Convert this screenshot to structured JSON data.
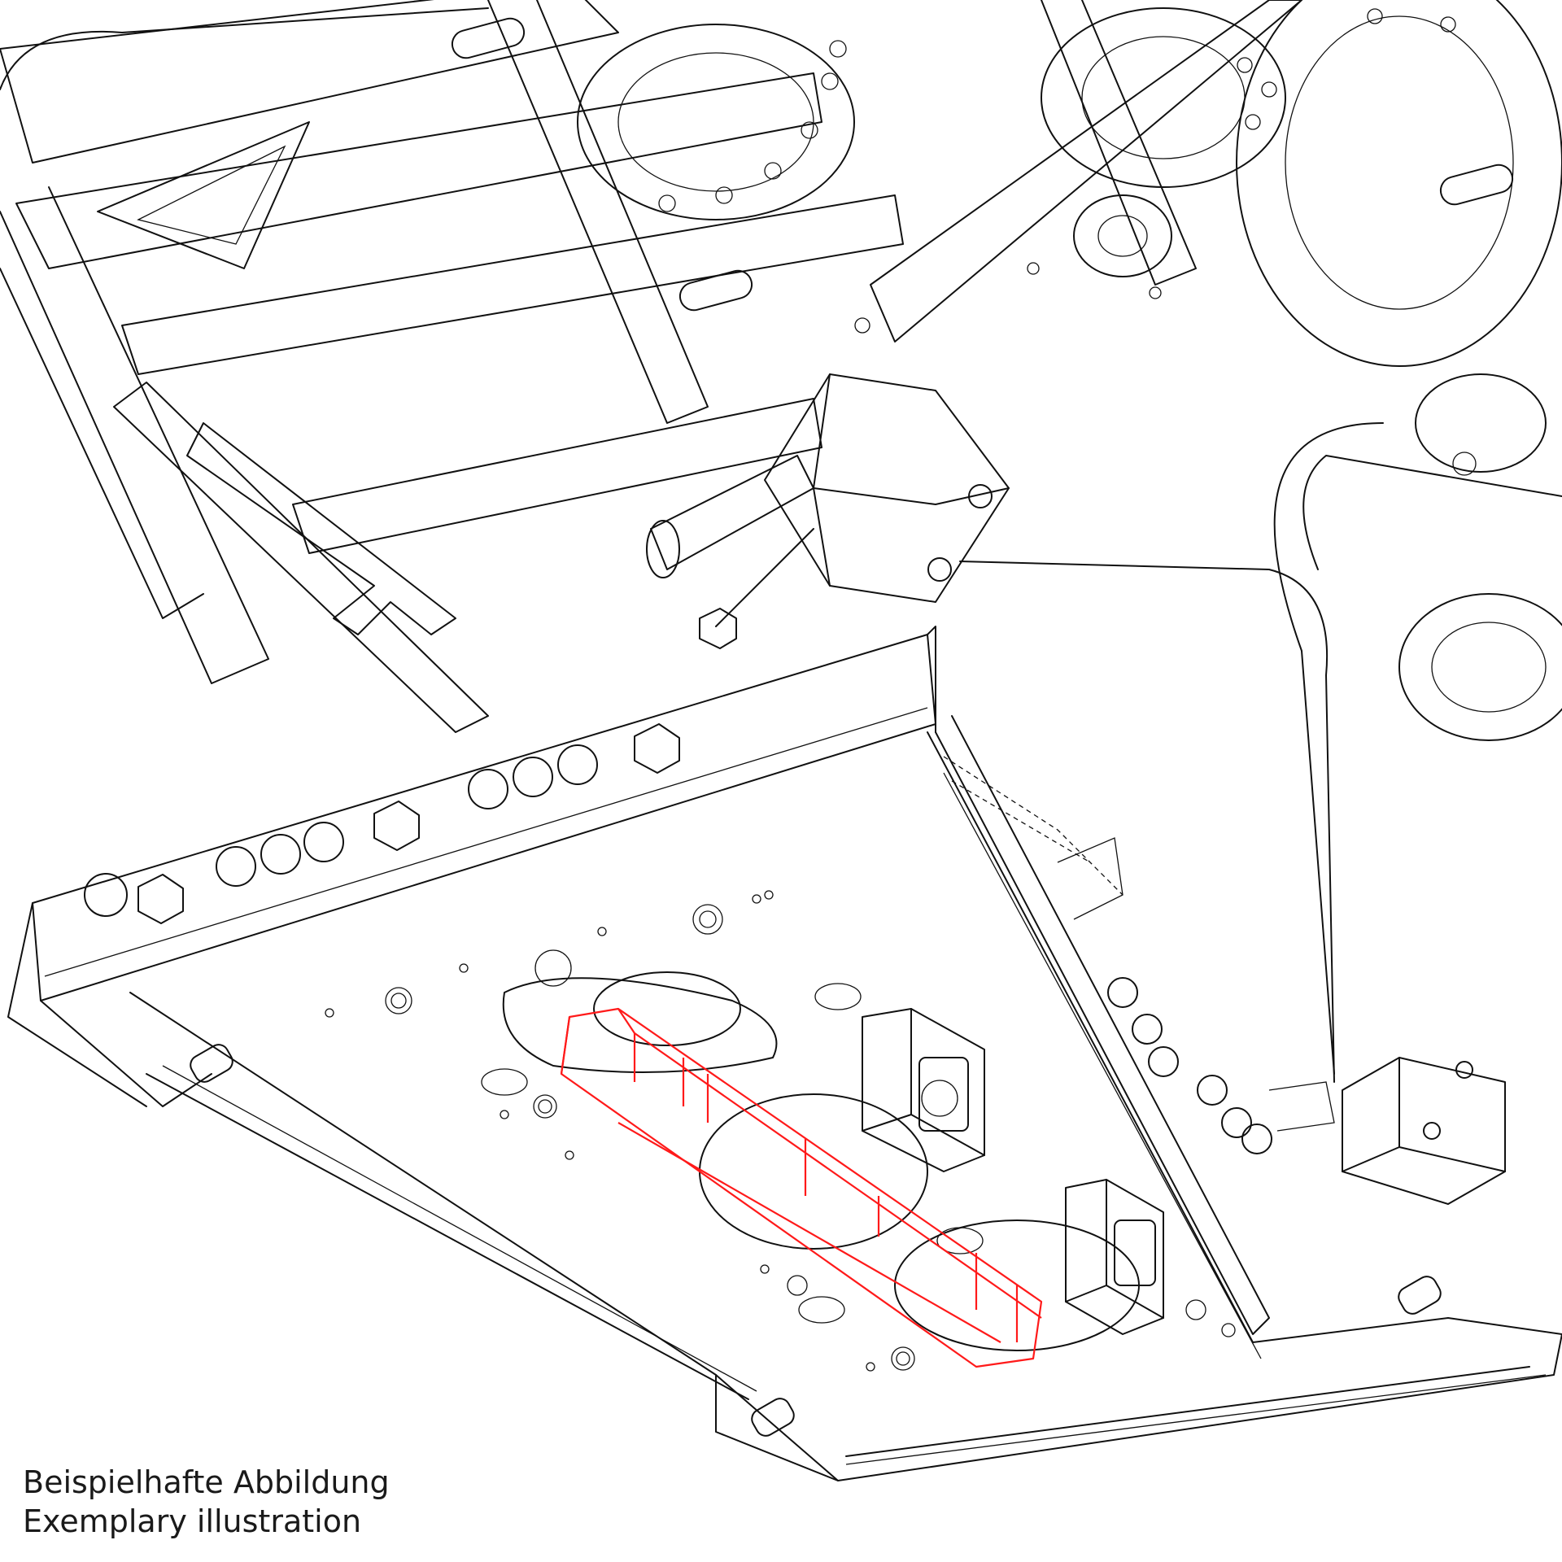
{
  "caption": {
    "line_de": "Beispielhafte Abbildung",
    "line_en": "Exemplary illustration"
  },
  "colors": {
    "line": "#111111",
    "highlight": "#ff1a1a",
    "background": "#ffffff"
  },
  "highlighted_part": "red-bar-component"
}
